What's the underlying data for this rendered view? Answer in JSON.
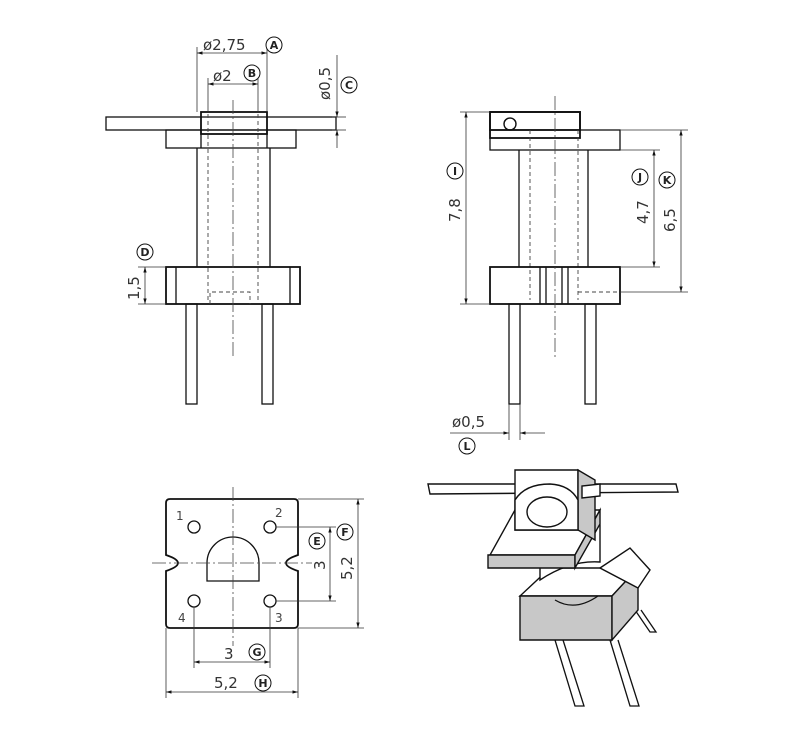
{
  "front_view": {
    "dims": {
      "a": "ø2,75",
      "b": "ø2",
      "c": "ø0,5",
      "d": "1,5"
    },
    "letters": {
      "a": "A",
      "b": "B",
      "c": "C",
      "d": "D"
    }
  },
  "side_view": {
    "dims": {
      "i": "7,8",
      "j": "4,7",
      "k": "6,5",
      "l": "ø0,5"
    },
    "letters": {
      "i": "I",
      "j": "J",
      "k": "K",
      "l": "L"
    }
  },
  "bottom_view": {
    "dims": {
      "e": "3",
      "f": "5,2",
      "g": "3",
      "h": "5,2"
    },
    "letters": {
      "e": "E",
      "f": "F",
      "g": "G",
      "h": "H"
    },
    "pins": [
      "1",
      "2",
      "3",
      "4"
    ]
  }
}
